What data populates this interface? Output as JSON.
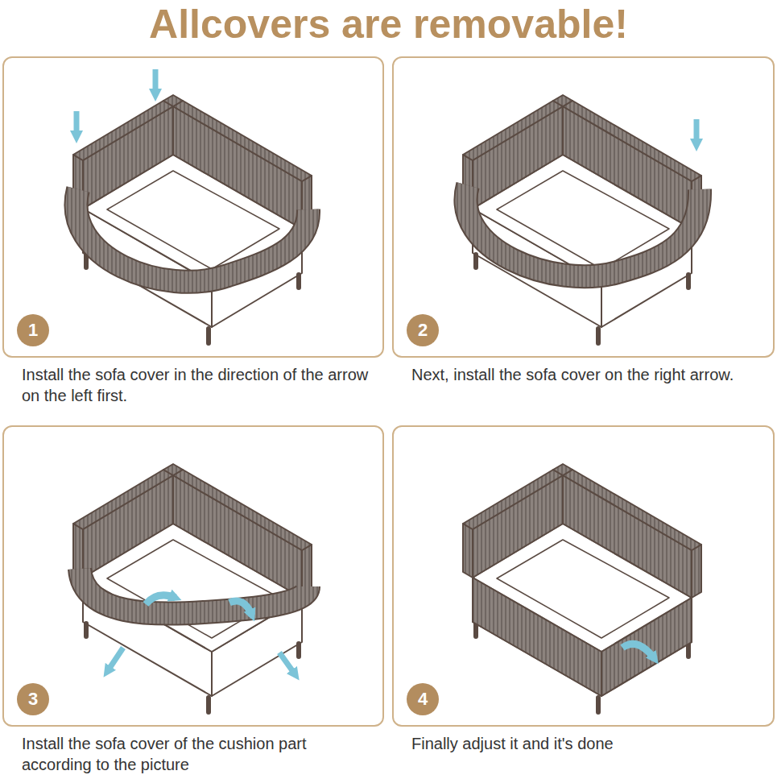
{
  "diagram": {
    "title": "Allcovers are removable!",
    "nodes": [
      {
        "text": [
          "Install the sofa cover in the direction of the arrow on the left first."
        ]
      },
      {
        "text": [
          "1"
        ],
        "in": 0
      },
      {
        "text": [
          "Next, install the sofa cover on the right arrow."
        ]
      },
      {
        "text": [
          "2"
        ],
        "in": 2
      },
      {
        "text": [
          "Install the sofa cover of the cushion part according to the picture"
        ]
      },
      {
        "text": [
          "3"
        ],
        "in": 4
      },
      {
        "text": [
          "Finally adjust it and it's done"
        ]
      },
      {
        "text": [
          "4"
        ],
        "in": 6
      }
    ]
  }
}
